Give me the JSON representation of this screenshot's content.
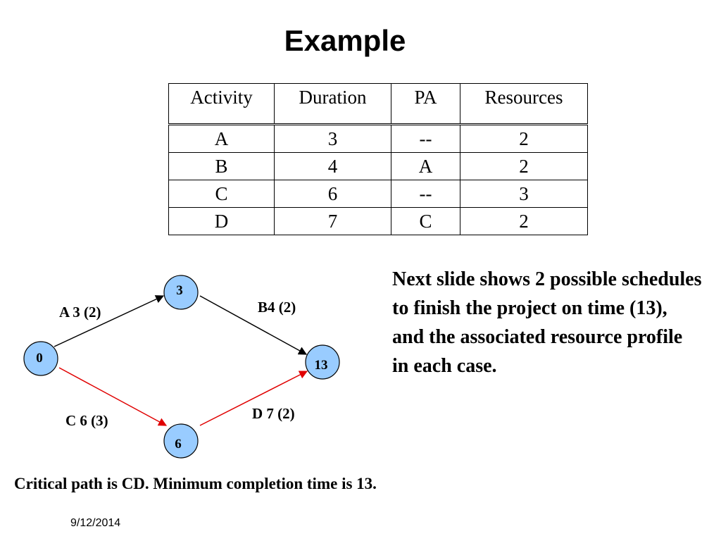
{
  "slide": {
    "title": "Example",
    "date": "9/12/2014",
    "description": "Next slide shows 2 possible schedules to finish the project on time (13), and the associated resource profile in each case.",
    "critical_path_note": "Critical path is CD.  Minimum completion time is 13."
  },
  "table": {
    "headers": [
      "Activity",
      "Duration",
      "PA",
      "Resources"
    ],
    "rows": [
      [
        "A",
        "3",
        "--",
        "2"
      ],
      [
        "B",
        "4",
        "A",
        "2"
      ],
      [
        "C",
        "6",
        "--",
        "3"
      ],
      [
        "D",
        "7",
        "C",
        "2"
      ]
    ]
  },
  "network": {
    "nodes": [
      {
        "id": "n0",
        "label": "0"
      },
      {
        "id": "n3",
        "label": "3"
      },
      {
        "id": "n6",
        "label": "6"
      },
      {
        "id": "n13",
        "label": "13"
      }
    ],
    "edges": [
      {
        "from": "n0",
        "to": "n3",
        "label": "A 3 (2)",
        "color": "#000000"
      },
      {
        "from": "n3",
        "to": "n13",
        "label": "B4 (2)",
        "color": "#000000"
      },
      {
        "from": "n0",
        "to": "n6",
        "label": "C 6 (3)",
        "color": "#e00000"
      },
      {
        "from": "n6",
        "to": "n13",
        "label": "D 7 (2)",
        "color": "#e00000"
      }
    ],
    "node_fill": "#99ccff"
  }
}
